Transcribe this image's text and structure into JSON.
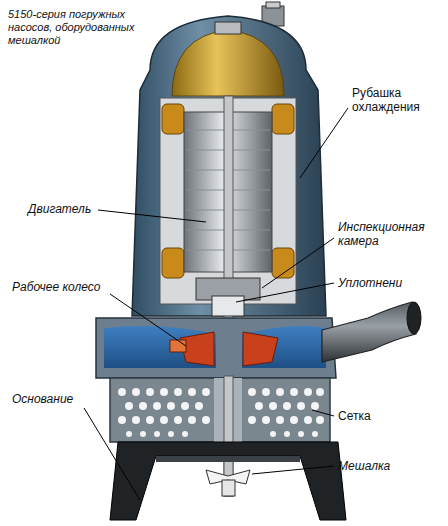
{
  "diagram": {
    "title": "5150-серия погружных насосов, оборудованных мешалкой",
    "labels": [
      "Рубашка охлаждения",
      "Двигатель",
      "Инспекционная камера",
      "Уплотнени",
      "Рабочее колесо",
      "Основание",
      "Сетка",
      "Мешалка"
    ]
  }
}
